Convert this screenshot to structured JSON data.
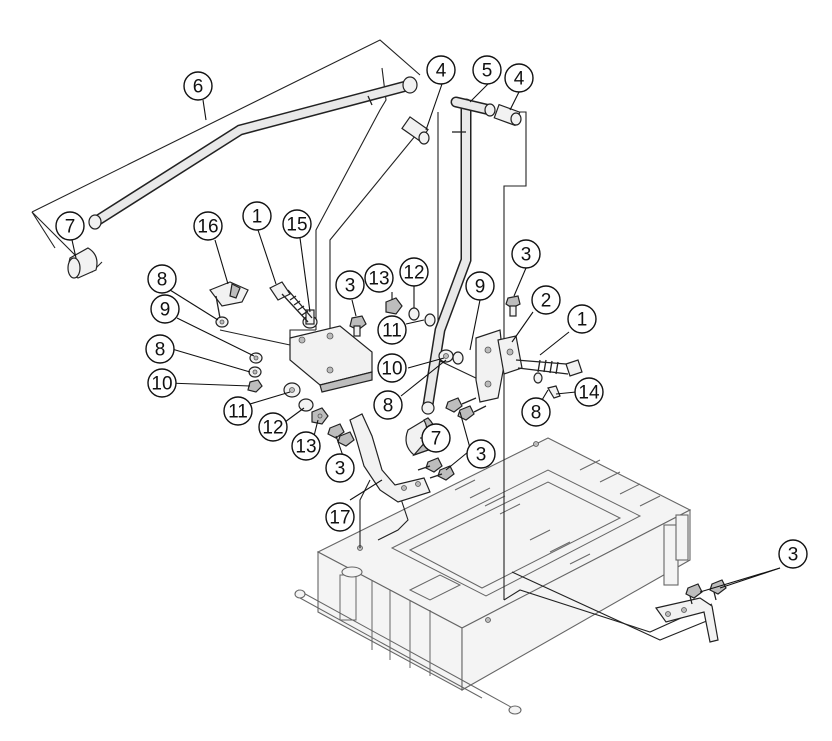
{
  "callouts": [
    {
      "label": "6"
    },
    {
      "label": "4"
    },
    {
      "label": "5"
    },
    {
      "label": "4"
    },
    {
      "label": "7"
    },
    {
      "label": "16"
    },
    {
      "label": "1"
    },
    {
      "label": "15"
    },
    {
      "label": "3"
    },
    {
      "label": "13"
    },
    {
      "label": "12"
    },
    {
      "label": "9"
    },
    {
      "label": "3"
    },
    {
      "label": "8"
    },
    {
      "label": "9"
    },
    {
      "label": "11"
    },
    {
      "label": "2"
    },
    {
      "label": "1"
    },
    {
      "label": "8"
    },
    {
      "label": "10"
    },
    {
      "label": "10"
    },
    {
      "label": "14"
    },
    {
      "label": "8"
    },
    {
      "label": "8"
    },
    {
      "label": "11"
    },
    {
      "label": "7"
    },
    {
      "label": "12"
    },
    {
      "label": "3"
    },
    {
      "label": "13"
    },
    {
      "label": "3"
    },
    {
      "label": "17"
    },
    {
      "label": "3"
    }
  ]
}
